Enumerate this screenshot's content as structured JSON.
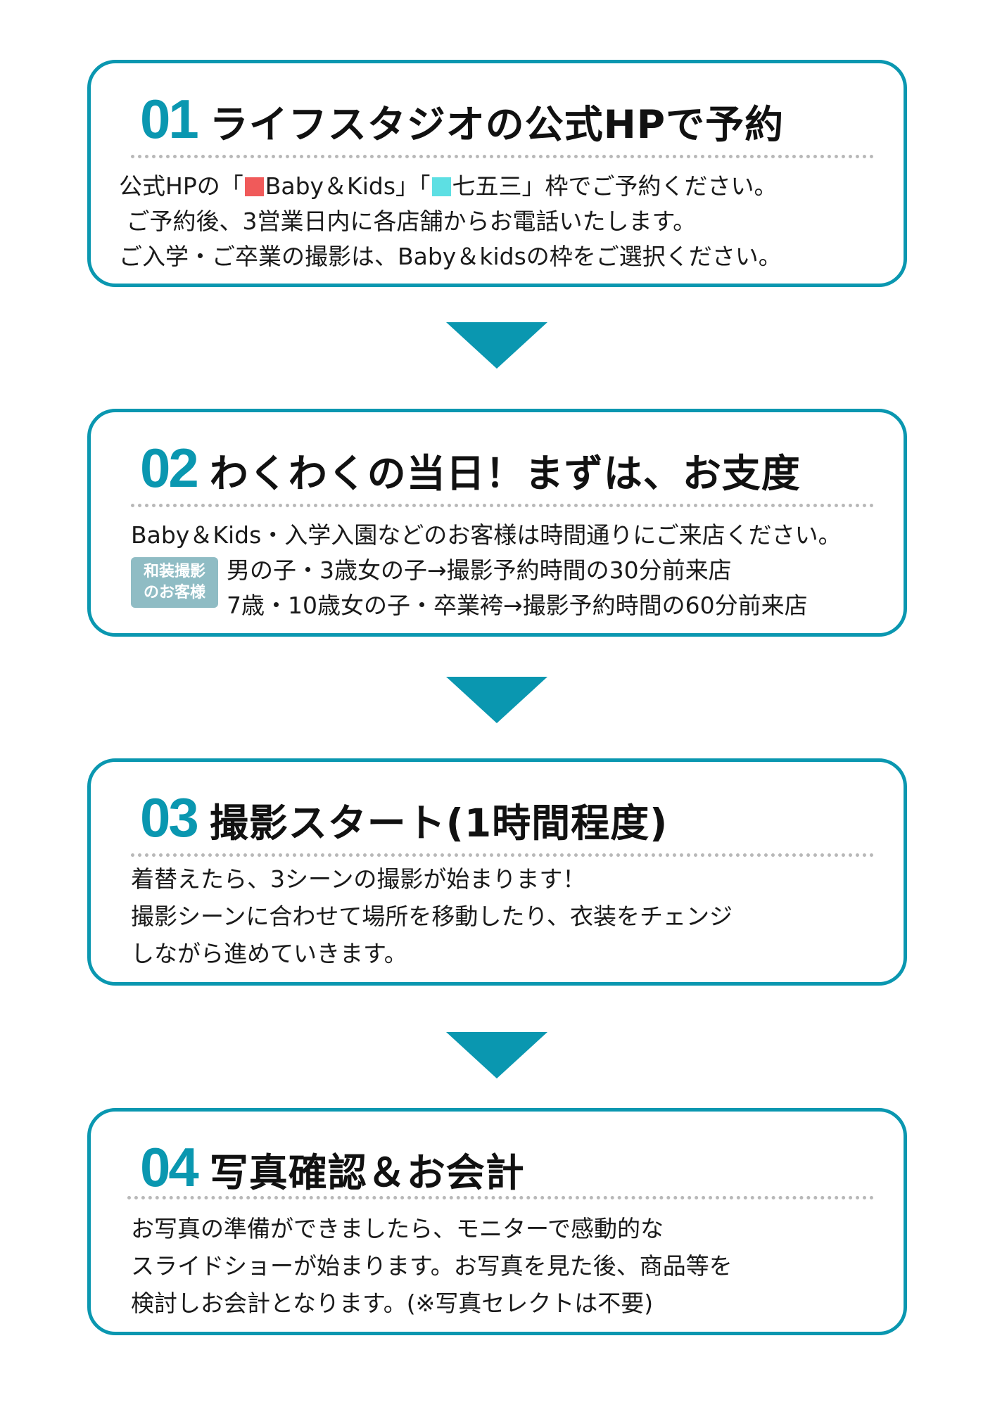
{
  "colors": {
    "accent": "#0a97b0",
    "baby_kids": "#f05a5a",
    "shichigosan": "#5ddfe3",
    "badge": "#8fbcc4"
  },
  "steps": [
    {
      "num": "01",
      "title": "ライフスタジオの公式HPで予約",
      "line1": {
        "pre": "公式HPの「",
        "a": "Baby＆Kids",
        "mid": "」「",
        "b": "七五三",
        "post": "」枠でご予約ください。"
      },
      "line2": " ご予約後、3営業日内に各店舗からお電話いたします。",
      "line3": "ご入学・ご卒業の撮影は、Baby＆kidsの枠をご選択ください。"
    },
    {
      "num": "02",
      "title": "わくわくの当日！まずは、お支度",
      "line1": "Baby＆Kids・入学入園などのお客様は時間通りにご来店ください。",
      "badge1": "和装撮影",
      "badge2": "のお客様",
      "line2": "男の子・3歳女の子→撮影予約時間の30分前来店",
      "line3": "7歳・10歳女の子・卒業袴→撮影予約時間の60分前来店"
    },
    {
      "num": "03",
      "title": "撮影スタート(1時間程度)",
      "line1": "着替えたら、3シーンの撮影が始まります！",
      "line2": "撮影シーンに合わせて場所を移動したり、衣装をチェンジ",
      "line3": "しながら進めていきます。"
    },
    {
      "num": "04",
      "title": "写真確認＆お会計",
      "line1": "お写真の準備ができましたら、モニターで感動的な",
      "line2": "スライドショーが始まります。お写真を見た後、商品等を",
      "line3": "検討しお会計となります。(※写真セレクトは不要)"
    }
  ]
}
